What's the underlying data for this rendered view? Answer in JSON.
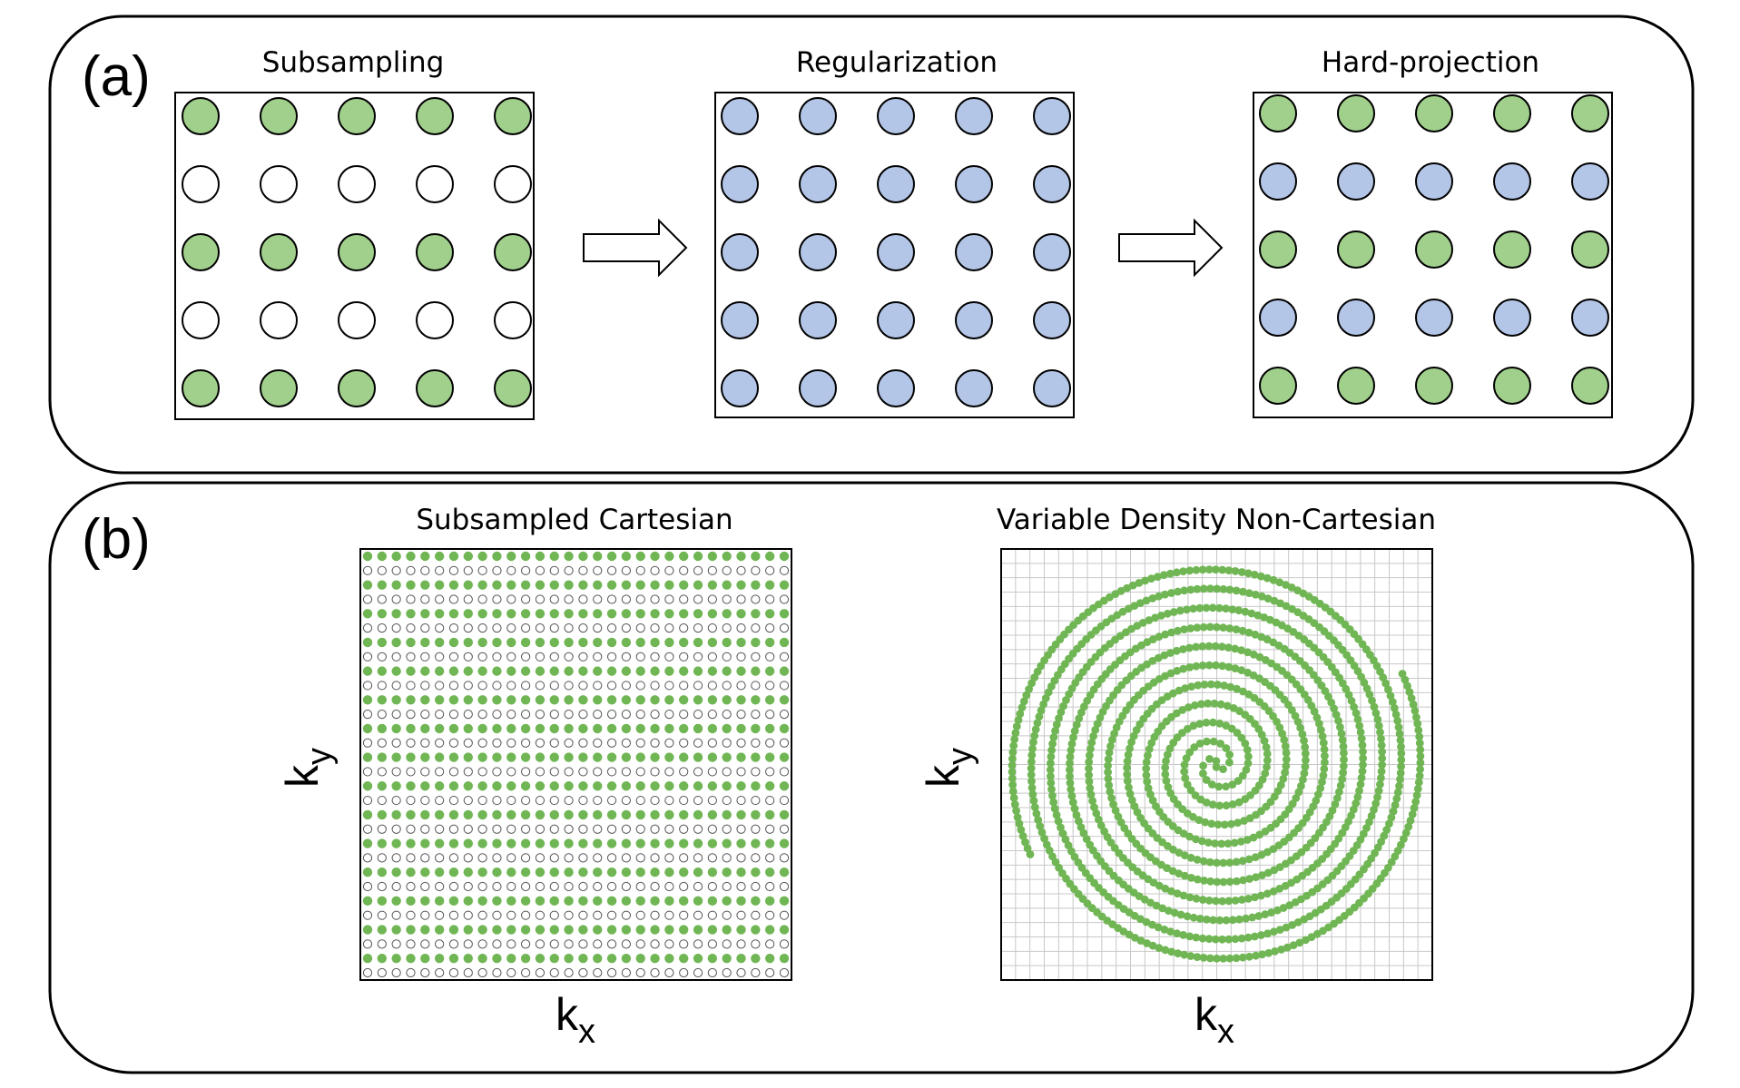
{
  "panel_a": {
    "letter": "(a)",
    "grids": [
      {
        "title": "Subsampling",
        "rows": [
          "sampled",
          "missing",
          "sampled",
          "missing",
          "sampled"
        ]
      },
      {
        "title": "Regularization",
        "rows": [
          "estimated",
          "estimated",
          "estimated",
          "estimated",
          "estimated"
        ]
      },
      {
        "title": "Hard-projection",
        "rows": [
          "sampled",
          "estimated",
          "sampled",
          "estimated",
          "sampled"
        ]
      }
    ],
    "columns": 5
  },
  "panel_b": {
    "letter": "(b)",
    "cartesian": {
      "title": "Subsampled Cartesian",
      "xlabel": "k",
      "xlabel_sub": "x",
      "ylabel": "k",
      "ylabel_sub": "y",
      "grid_size": 30,
      "sampled_every": 2
    },
    "spiral": {
      "title": "Variable Density Non-Cartesian",
      "xlabel": "k",
      "xlabel_sub": "x",
      "ylabel": "k",
      "ylabel_sub": "y",
      "interleaves": 2,
      "turns": 5.4,
      "grid_lines": 31
    }
  },
  "colors": {
    "sampled": "#a1cf8c",
    "estimated": "#b4c6e7",
    "missing": "#ffffff",
    "spiral": "#70b654",
    "grid_line": "#c8c8c8",
    "stroke": "#000000"
  }
}
